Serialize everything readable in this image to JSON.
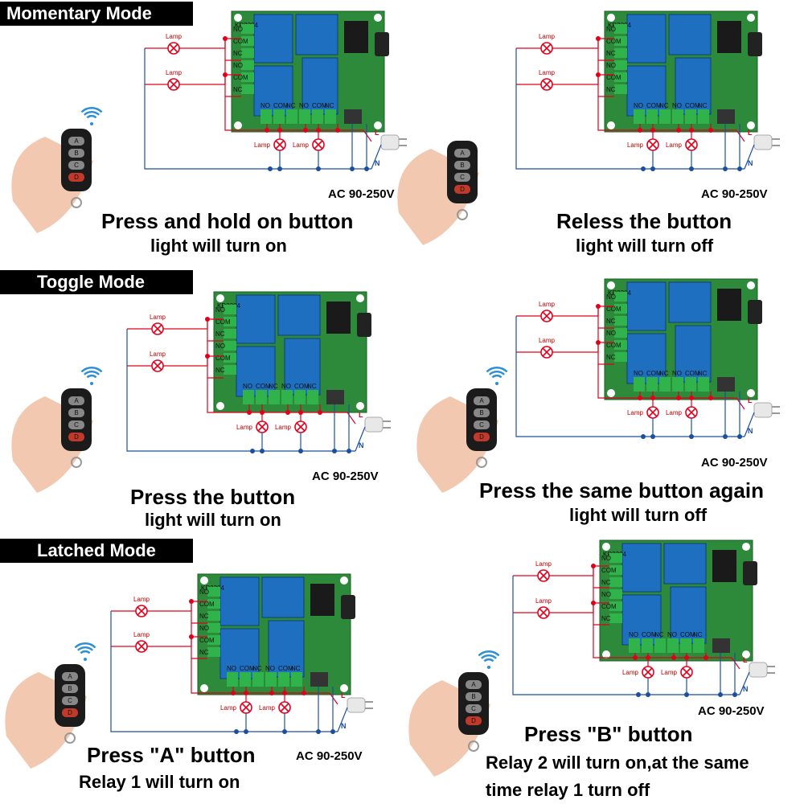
{
  "modes": {
    "momentary": "Momentary Mode",
    "toggle": "Toggle Mode",
    "latched": "Latched Mode"
  },
  "board": {
    "model": "KR2204",
    "terminals_side": [
      "NO",
      "COM",
      "NC",
      "NO",
      "COM",
      "NC"
    ],
    "terminals_bottom": [
      "NO",
      "COM",
      "NC",
      "NO",
      "COM",
      "NC"
    ]
  },
  "wiring": {
    "lamp": "Lamp",
    "live": "L",
    "neutral": "N",
    "ac_supply": "AC 90-250V"
  },
  "remote": {
    "buttons": [
      "A",
      "B",
      "C",
      "D"
    ]
  },
  "panels": [
    {
      "title": "Press and hold on button",
      "subtitle": "light will turn on"
    },
    {
      "title": "Reless the button",
      "subtitle": "light will turn off"
    },
    {
      "title": "Press the button",
      "subtitle": "light will turn on"
    },
    {
      "title": "Press the same button again",
      "subtitle": "light will turn off"
    },
    {
      "title": "Press \"A\" button",
      "subtitle": "Relay 1 will turn on"
    },
    {
      "title": "Press \"B\" button",
      "subtitle": "Relay 2 will turn on,at the same",
      "subtitle2": "time relay 1 turn off"
    }
  ],
  "colors": {
    "live_wire": "#e0001b",
    "neutral_wire": "#1a4fa0",
    "relay": "#1f6fc0",
    "pcb": "#2d8a3a",
    "terminal": "#2fb34a",
    "label_bg": "#000000"
  }
}
